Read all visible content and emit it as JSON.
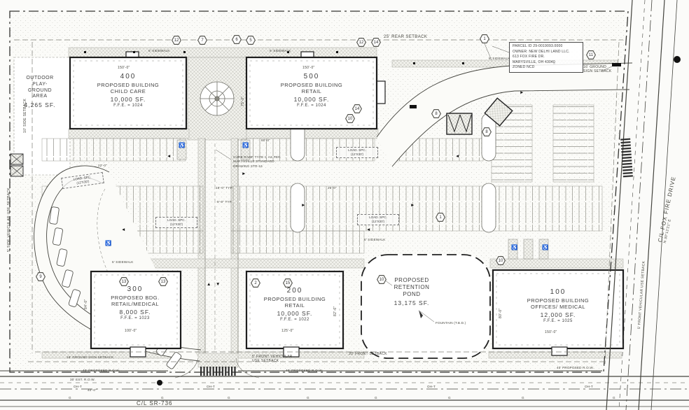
{
  "site": {
    "roads": {
      "bottom_centerline": "C/L SR-736",
      "right_centerline": "C/L FOX FIRE DRIVE",
      "right_bearing": "N 30°12'21\" E"
    },
    "parcel_note": {
      "l1": "PARCEL ID 29-0019093.0000",
      "l2": "OWNER: NEW DELHI LAND LLC.",
      "l3": "613 FOX FIRE DR.",
      "l4": "MARYSVILLE, OH 43040",
      "l5": "ZONED NCD"
    },
    "setbacks": {
      "rear": "25' REAR SETBACK",
      "side": "10' SIDE SETBACK",
      "side_vehicular": "5' SIDE VEHICULAR USE SETBACK",
      "front": "20' FRONT SETBACK",
      "front_vehicular_l1": "5' FRONT VEHICULAR",
      "front_vehicular_l2": "USE SETBACK",
      "front_vehicular": "5' FRONT VEHICULAR USE SETBACK",
      "ground_sign": "16' GROUND SIGN SETBACK",
      "ground_sign_l1": "16' GROUND",
      "ground_sign_l2": "SIGN SETBACK",
      "row_proposed": "40' PROPOSED R.O.W.",
      "row_existing": "30' EST. R.O.W."
    },
    "buildings": {
      "b400": {
        "num": "400",
        "l1": "PROPOSED BUILDING",
        "l2": "CHILD CARE",
        "size": "10,000 SF.",
        "ffe": "F.F.E. = 1024"
      },
      "b500": {
        "num": "500",
        "l1": "PROPOSED BUILDING",
        "l2": "RETAIL",
        "size": "10,000 SF.",
        "ffe": "F.F.E. = 1024"
      },
      "b300": {
        "num": "300",
        "l1": "PROPOSED BDG.",
        "l2": "RETAIL/MEDICAL",
        "size": "8,000 SF.",
        "ffe": "F.F.E. = 1023"
      },
      "b200": {
        "num": "200",
        "l1": "PROPOSED BUILDING",
        "l2": "RETAIL",
        "size": "10,000 SF.",
        "ffe": "F.F.E. = 1022"
      },
      "b100": {
        "num": "100",
        "l1": "PROPOSED BUILDING",
        "l2": "OFFICES/ MEDICAL",
        "size": "12,000 SF.",
        "ffe": "F.F.E. = 1025"
      }
    },
    "playground": {
      "l1": "OUTDOOR",
      "l2": "PLAY-",
      "l3": "GROUND",
      "l4": "AREA",
      "size": "4,265 SF."
    },
    "pond": {
      "l1": "PROPOSED",
      "l2": "RETENTION",
      "l3": "POND",
      "size": "13,175 SF.",
      "note": "FOUNTAIN (T.B.D.)"
    },
    "notes": {
      "curb_ramp_l1": "CURB RAMP TYPE C AS PER",
      "curb_ramp_l2": "MARYSVILLE STANDARD",
      "curb_ramp_l3": "DRAWING STR-16",
      "load_space_l1": "LOAD. SPC.",
      "load_space_l2": "(12'X30')",
      "sidewalk": "6' SIDEWALK",
      "oh_t": "OH-T",
      "gas": "G"
    },
    "dims": {
      "d150": "150'-0\"",
      "d75": "75'-0\"",
      "d100": "100'-0\"",
      "d84": "84'-0\"",
      "d125": "125'-0\"",
      "d82": "82'-6\"",
      "d80": "80'-0\"",
      "d60": "60'-0\"",
      "d9": "9'-0\" TYP.",
      "d19": "19'-0\" TYP.",
      "d25": "25'-0\"",
      "d40": "40'-0\"",
      "d22": "22'-0\""
    },
    "keynotes": [
      "12",
      "7",
      "6",
      "5",
      "12",
      "14",
      "1",
      "11",
      "14",
      "10",
      "8",
      "8",
      "9",
      "13",
      "13",
      "2",
      "15",
      "10",
      "10",
      "1"
    ],
    "icons": {
      "arrow_left": "◄",
      "arrow_right": "►",
      "arrow_up": "▲",
      "arrow_down": "▼",
      "wheelchair": "♿"
    }
  }
}
